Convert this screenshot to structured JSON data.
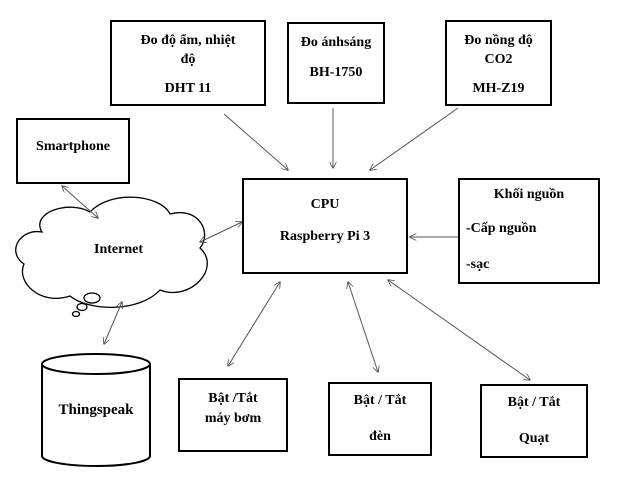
{
  "sensors": {
    "humidity_temp": {
      "line1": "Đo độ ẩm, nhiệt",
      "line2": "độ",
      "line3": "DHT 11"
    },
    "light": {
      "line1": "Đo ánhsáng",
      "line2": "BH-1750"
    },
    "co2": {
      "line1": "Đo nồng độ",
      "line2": "CO2",
      "line3": "MH-Z19"
    }
  },
  "smartphone": {
    "label": "Smartphone"
  },
  "cpu": {
    "line1": "CPU",
    "line2": "Raspberry Pi 3"
  },
  "power": {
    "title": "Khối nguồn",
    "item1": "-Cấp nguồn",
    "item2": "-sạc"
  },
  "internet": {
    "label": "Internet"
  },
  "thingspeak": {
    "label": "Thingspeak"
  },
  "outputs": {
    "pump": {
      "line1": "Bật /Tắt",
      "line2": "máy bơm"
    },
    "light": {
      "line1": "Bật / Tắt",
      "line2": "đèn"
    },
    "fan": {
      "line1": "Bật / Tắt",
      "line2": "Quạt"
    }
  }
}
